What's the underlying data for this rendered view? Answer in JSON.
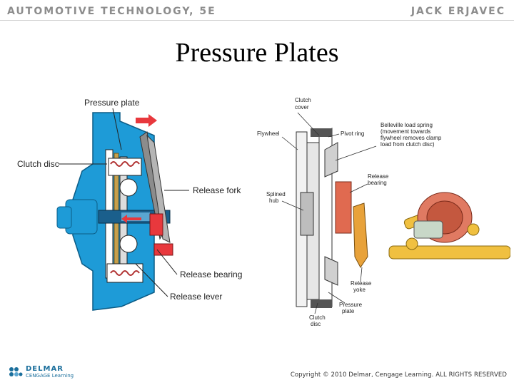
{
  "header": {
    "left_text": "AUTOMOTIVE TECHNOLOGY, 5E",
    "right_text": "JACK ERJAVEC"
  },
  "title": "Pressure Plates",
  "figure_left": {
    "labels": {
      "pressure_plate": "Pressure plate",
      "clutch_disc": "Clutch disc",
      "release_fork": "Release fork",
      "release_bearing": "Release bearing",
      "release_lever": "Release lever"
    }
  },
  "figure_right": {
    "labels": {
      "clutch_cover_1": "Clutch",
      "clutch_cover_2": "cover",
      "flywheel": "Flywheel",
      "pivot_ring": "Pivot ring",
      "belleville_1": "Belleville load spring",
      "belleville_2": "(movement towards",
      "belleville_3": "flywheel removes clamp",
      "belleville_4": "load from clutch disc)",
      "release_bearing_1": "Release",
      "release_bearing_2": "bearing",
      "splined_hub_1": "Splined",
      "splined_hub_2": "hub",
      "release_yoke_1": "Release",
      "release_yoke_2": "yoke",
      "pressure_plate_1": "Pressure",
      "pressure_plate_2": "plate",
      "clutch_disc_1": "Clutch",
      "clutch_disc_2": "disc"
    }
  },
  "footer": {
    "logo_name": "DELMAR",
    "logo_sub": "CENGAGE Learning",
    "copyright": "Copyright © 2010 Delmar, Cengage Learning. ALL RIGHTS RESERVED"
  },
  "colors": {
    "housing_blue": "#1e9bd7",
    "accent_red": "#e8383d",
    "spring_gold": "#c8a04a",
    "yoke_orange": "#e8a23a",
    "bearing_salmon": "#e06a50"
  }
}
